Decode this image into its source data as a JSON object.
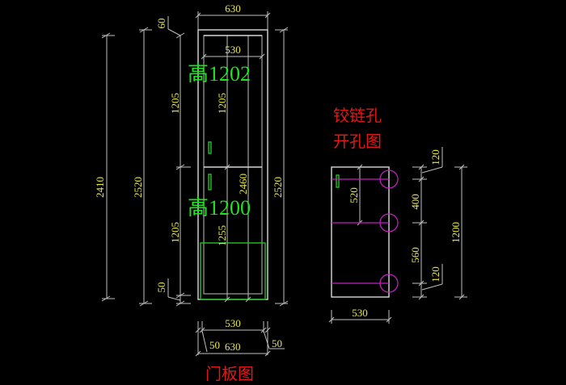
{
  "door_panel": {
    "title": "门板图",
    "top_label": "高1202",
    "bottom_label": "高1200",
    "dims": {
      "top_width": "630",
      "inner_width_top": "530",
      "top_offset": "60",
      "left_total": "2410",
      "left_full": "2520",
      "upper_section": "1205",
      "lower_section": "1205",
      "upper_inner": "1205",
      "center_height": "2460",
      "lower_inner": "1255",
      "right_full": "2520",
      "bottom_offset": "50",
      "bottom_inner_width": "530",
      "bottom_total_width": "630",
      "bottom_left_side": "50",
      "bottom_right_side": "50"
    }
  },
  "hinge_drawing": {
    "title_line1": "铰链孔",
    "title_line2": "开孔图",
    "dims": {
      "hole_depth": "520",
      "top_offset": "120",
      "spacing_upper": "400",
      "spacing_lower": "560",
      "bottom_offset": "120",
      "total_height": "1200",
      "width": "530"
    }
  }
}
